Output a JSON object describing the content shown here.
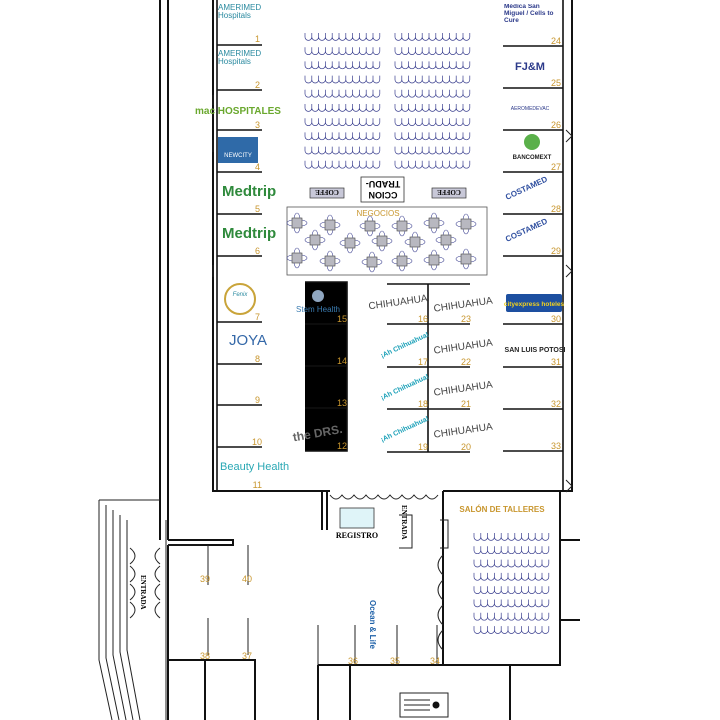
{
  "colors": {
    "booth_number": "#c8962e",
    "chairs": "#3a3f8f",
    "wall": "#111111",
    "registro_desk": "#dff4f8",
    "table": "#b8b8c0"
  },
  "labels": {
    "coffee_left": "COFFE",
    "coffee_right": "COFFE",
    "translation_line1": "TRADU-",
    "translation_line2": "CCION",
    "business": "NEGOCIOS",
    "workshops": "SALÓN DE TALLERES",
    "registration": "REGISTRO",
    "entrance_main": "ENTRADA",
    "entrance_side": "ENTRADA"
  },
  "booths": [
    {
      "number": "1",
      "exhibitor": "AMERIMED Hospitals"
    },
    {
      "number": "2",
      "exhibitor": "AMERIMED Hospitals"
    },
    {
      "number": "3",
      "exhibitor": "mac HOSPITALES"
    },
    {
      "number": "4",
      "exhibitor": "NEWCITY"
    },
    {
      "number": "5",
      "exhibitor": "Medtrip"
    },
    {
      "number": "6",
      "exhibitor": "Medtrip"
    },
    {
      "number": "7",
      "exhibitor": "Fenix"
    },
    {
      "number": "8",
      "exhibitor": "JOYA"
    },
    {
      "number": "9",
      "exhibitor": ""
    },
    {
      "number": "10",
      "exhibitor": ""
    },
    {
      "number": "11",
      "exhibitor": "Beauty Health"
    },
    {
      "number": "12",
      "exhibitor": "the DRS."
    },
    {
      "number": "13",
      "exhibitor": ""
    },
    {
      "number": "14",
      "exhibitor": ""
    },
    {
      "number": "15",
      "exhibitor": "Stem Health"
    },
    {
      "number": "16",
      "exhibitor": "CHIHUAHUA"
    },
    {
      "number": "17",
      "exhibitor": "¡Ah Chihuahua!"
    },
    {
      "number": "18",
      "exhibitor": "¡Ah Chihuahua!"
    },
    {
      "number": "19",
      "exhibitor": "¡Ah Chihuahua!"
    },
    {
      "number": "20",
      "exhibitor": "CHIHUAHUA"
    },
    {
      "number": "21",
      "exhibitor": "CHIHUAHUA"
    },
    {
      "number": "22",
      "exhibitor": "CHIHUAHUA"
    },
    {
      "number": "23",
      "exhibitor": "CHIHUAHUA"
    },
    {
      "number": "24",
      "exhibitor": "Médica San Miguel / Cells to Cure"
    },
    {
      "number": "25",
      "exhibitor": "FJ&M"
    },
    {
      "number": "26",
      "exhibitor": "AEROMEDEVAC"
    },
    {
      "number": "27",
      "exhibitor": "BANCOMEXT"
    },
    {
      "number": "28",
      "exhibitor": "COSTAMED"
    },
    {
      "number": "29",
      "exhibitor": "COSTAMED"
    },
    {
      "number": "30",
      "exhibitor": "cityexpress hoteles"
    },
    {
      "number": "31",
      "exhibitor": "SAN LUIS POTOSI"
    },
    {
      "number": "32",
      "exhibitor": ""
    },
    {
      "number": "33",
      "exhibitor": ""
    },
    {
      "number": "34",
      "exhibitor": ""
    },
    {
      "number": "35",
      "exhibitor": ""
    },
    {
      "number": "36",
      "exhibitor": "Ocean & Life"
    },
    {
      "number": "37",
      "exhibitor": ""
    },
    {
      "number": "38",
      "exhibitor": ""
    },
    {
      "number": "39",
      "exhibitor": ""
    },
    {
      "number": "40",
      "exhibitor": ""
    }
  ]
}
